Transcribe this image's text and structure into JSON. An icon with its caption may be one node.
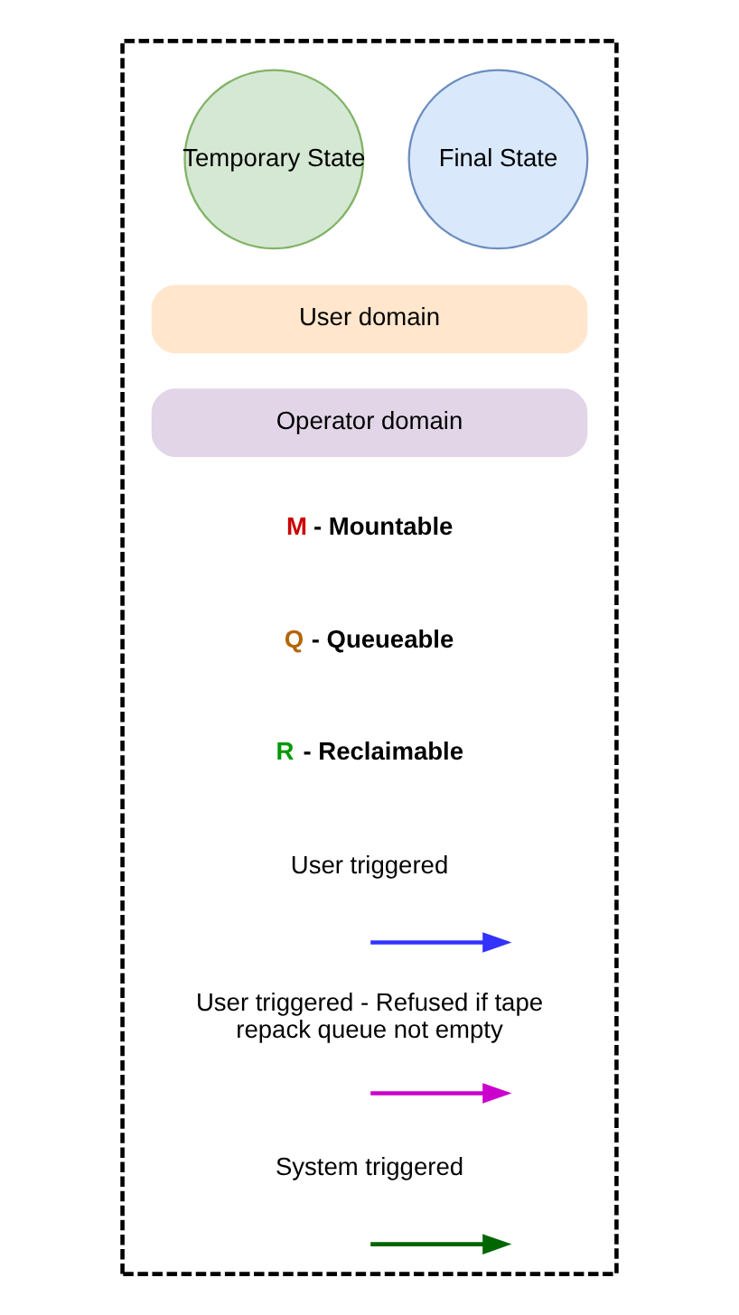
{
  "diagram": {
    "nodes": [
      {
        "text": [],
        "shape": "box"
      },
      {
        "text": [
          "Temporary State"
        ],
        "in": 0
      },
      {
        "text": [
          "Final State"
        ],
        "in": 0
      },
      {
        "text": [
          "User domain"
        ],
        "in": 0
      },
      {
        "text": [
          "Operator domain"
        ],
        "in": 0
      }
    ],
    "edges": [],
    "labels": [
      "M - Mountable",
      "Q - Queueable",
      "R - Reclaimable"
    ],
    "legend": [
      {
        "text": "User triggered"
      },
      {
        "text": "User triggered - Refused if tape repack queue not empty"
      },
      {
        "text": "System triggered"
      }
    ]
  }
}
